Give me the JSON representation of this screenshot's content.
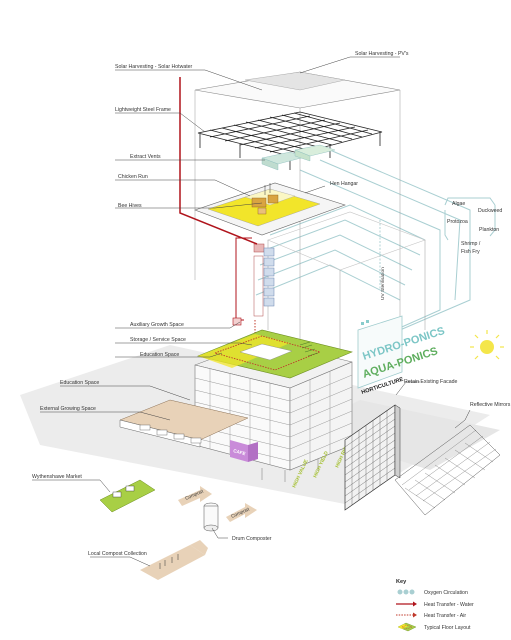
{
  "labels": {
    "solar_hotwater": "Solar Harvesting - Solar Hotwater",
    "solar_pv": "Solar Harvesting - PV's",
    "steel_frame": "Lightweight Steel Frame",
    "extract_vents": "Extract Vents",
    "chicken_run": "Chicken Run",
    "hen_hangar": "Hen Hangar",
    "bee_hives": "Bee Hives",
    "aux_growth": "Auxiliary Growth Space",
    "storage": "Storage / Service Space",
    "education_space_top": "Education Space",
    "education_space": "Education Space",
    "external_growing": "External Growing Space",
    "retain_facade": "Retain Existing Facade",
    "reflective_mirrors": "Reflective Mirrors",
    "wythenshawe_market": "Wythenshawe Market",
    "drum_composter": "Drum Composter",
    "local_compost": "Local Compost Collection",
    "algae": "Algae",
    "duckweed": "Duckweed",
    "protozoa": "Protozoa",
    "plankton": "Plankton",
    "shrimp": "Shrimp /",
    "fish_fry": "Fish Fry",
    "uv_sterilisation": "UV Sterilisation",
    "hydroponics": "HYDRO-PONICS",
    "aquaponics": "AQUA-PONICS",
    "horticulture": "HORTICULTURE",
    "high_value": "HIGH VALUE",
    "high_yield": "HIGH YIELD",
    "high_risk": "HIGH RISK",
    "compost_arrow": "Compost",
    "compost_arrow_2": "Compost",
    "cafe": "CAFE"
  },
  "key": {
    "title": "Key",
    "items": [
      {
        "label": "Oxygen Circulation",
        "symbol": "oxygen-circles"
      },
      {
        "label": "Heat Transfer - Water",
        "symbol": "red-solid-arrow"
      },
      {
        "label": "Heat Transfer - Air",
        "symbol": "red-dotted-arrow"
      },
      {
        "label": "Typical Floor Layout",
        "symbol": "floor-layout-swatch"
      }
    ]
  },
  "colors": {
    "heat_water": "#b0141c",
    "heat_air": "#c0392b",
    "green_roof": "#a8cf45",
    "yellow": "#f2e52a",
    "teal": "#a9cfd2",
    "sun": "#f4e64a",
    "purple": "#c98bd9",
    "tan": "#e8d2b8"
  }
}
